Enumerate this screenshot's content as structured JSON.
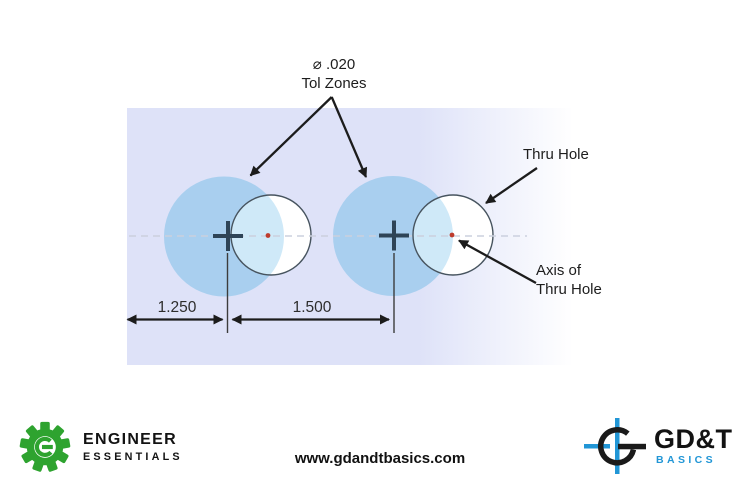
{
  "diagram": {
    "tol_zone_callout": {
      "line1": "⌀ .020",
      "line2": "Tol Zones"
    },
    "thru_hole_callout": "Thru Hole",
    "axis_callout": {
      "line1": "Axis of",
      "line2": "Thru Hole"
    },
    "dimensions": {
      "edge_to_hole1": "1.250",
      "hole1_to_hole2": "1.500"
    },
    "colors": {
      "panel": "#DEE2F8",
      "tolerance_zone": "#A9CFEF",
      "hole_overlap": "#CFE9F8",
      "hole_outline": "#47545F",
      "true_position_cross": "#2E4457",
      "hole_axis_dot": "#BE3B2C",
      "annotation": "#1C1C1C"
    }
  },
  "footer": {
    "engineer_essentials": {
      "line1": "ENGINEER",
      "line2": "ESSENTIALS",
      "brand_green": "#2EA32F"
    },
    "website": "www.gdandtbasics.com",
    "gdt_basics": {
      "line1": "GD&T",
      "line2": "BASICS",
      "brand_blue": "#2196D6"
    }
  }
}
